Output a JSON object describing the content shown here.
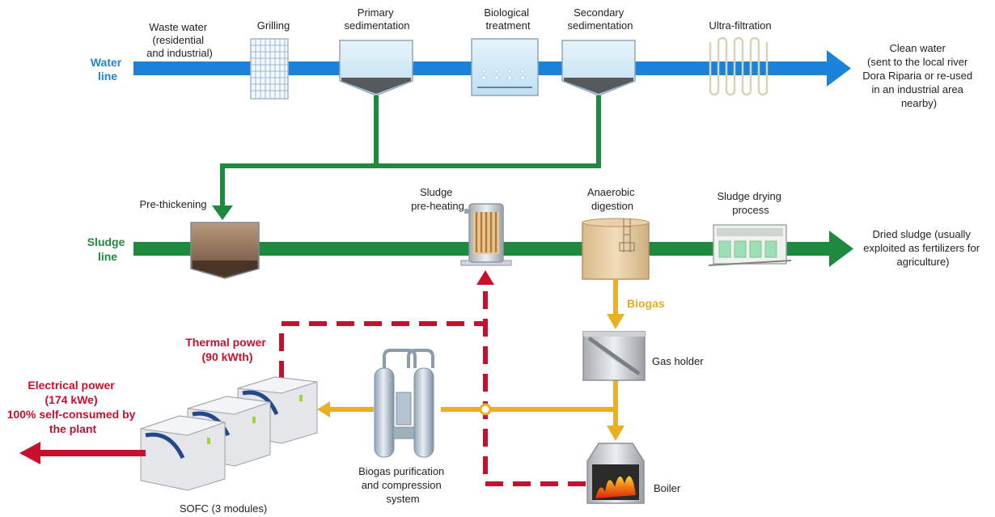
{
  "colors": {
    "water_line": "#1a82d9",
    "sludge_line": "#1e8a3e",
    "biogas_line": "#e8b026",
    "heat_line": "#c8102e",
    "electric_line": "#c8102e"
  },
  "water_line": {
    "label": [
      "Water",
      "line"
    ],
    "input": [
      "Waste water",
      "(residential",
      "and industrial)"
    ],
    "stages": [
      {
        "name": "grilling",
        "label": [
          "Grilling"
        ]
      },
      {
        "name": "primary-sedimentation",
        "label": [
          "Primary",
          "sedimentation"
        ]
      },
      {
        "name": "biological-treatment",
        "label": [
          "Biological",
          "treatment"
        ]
      },
      {
        "name": "secondary-sedimentation",
        "label": [
          "Secondary",
          "sedimentation"
        ]
      },
      {
        "name": "ultra-filtration",
        "label": [
          "Ultra-filtration"
        ]
      }
    ],
    "output": [
      "Clean water",
      "(sent to the local river",
      "Dora Riparia or re-used",
      "in an industrial area",
      "nearby)"
    ]
  },
  "sludge_line": {
    "label": [
      "Sludge",
      "line"
    ],
    "stages": [
      {
        "name": "pre-thickening",
        "label": [
          "Pre-thickening"
        ]
      },
      {
        "name": "sludge-pre-heating",
        "label": [
          "Sludge",
          "pre-heating"
        ]
      },
      {
        "name": "anaerobic-digestion",
        "label": [
          "Anaerobic",
          "digestion"
        ]
      },
      {
        "name": "sludge-drying",
        "label": [
          "Sludge drying",
          "process"
        ]
      }
    ],
    "output": [
      "Dried sludge (usually",
      "exploited as fertilizers for",
      "agriculture)"
    ]
  },
  "biogas": {
    "label": [
      "Biogas"
    ],
    "gas_holder": [
      "Gas holder"
    ],
    "boiler": [
      "Boiler"
    ],
    "purification": [
      "Biogas purification",
      "and compression",
      "system"
    ]
  },
  "sofc": {
    "label": [
      "SOFC (3 modules)"
    ],
    "thermal": [
      "Thermal power",
      "(90 kWth)"
    ],
    "electrical": [
      "Electrical power",
      "(174 kWe)",
      "100% self-consumed by",
      "the plant"
    ]
  }
}
